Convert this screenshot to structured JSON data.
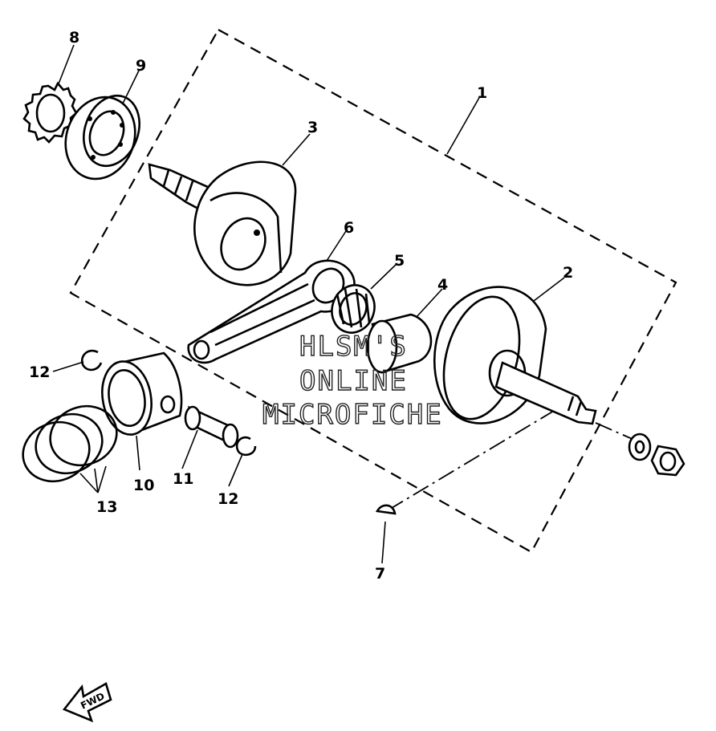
{
  "diagram": {
    "callouts": {
      "c1": "1",
      "c2": "2",
      "c3": "3",
      "c4": "4",
      "c5": "5",
      "c6": "6",
      "c7": "7",
      "c8": "8",
      "c9": "9",
      "c10": "10",
      "c11": "11",
      "c12a": "12",
      "c12b": "12",
      "c13": "13"
    },
    "watermark": {
      "line1": "HLSM'S",
      "line2": "ONLINE",
      "line3": "MICROFICHE"
    },
    "fwd_label": "FWD"
  }
}
